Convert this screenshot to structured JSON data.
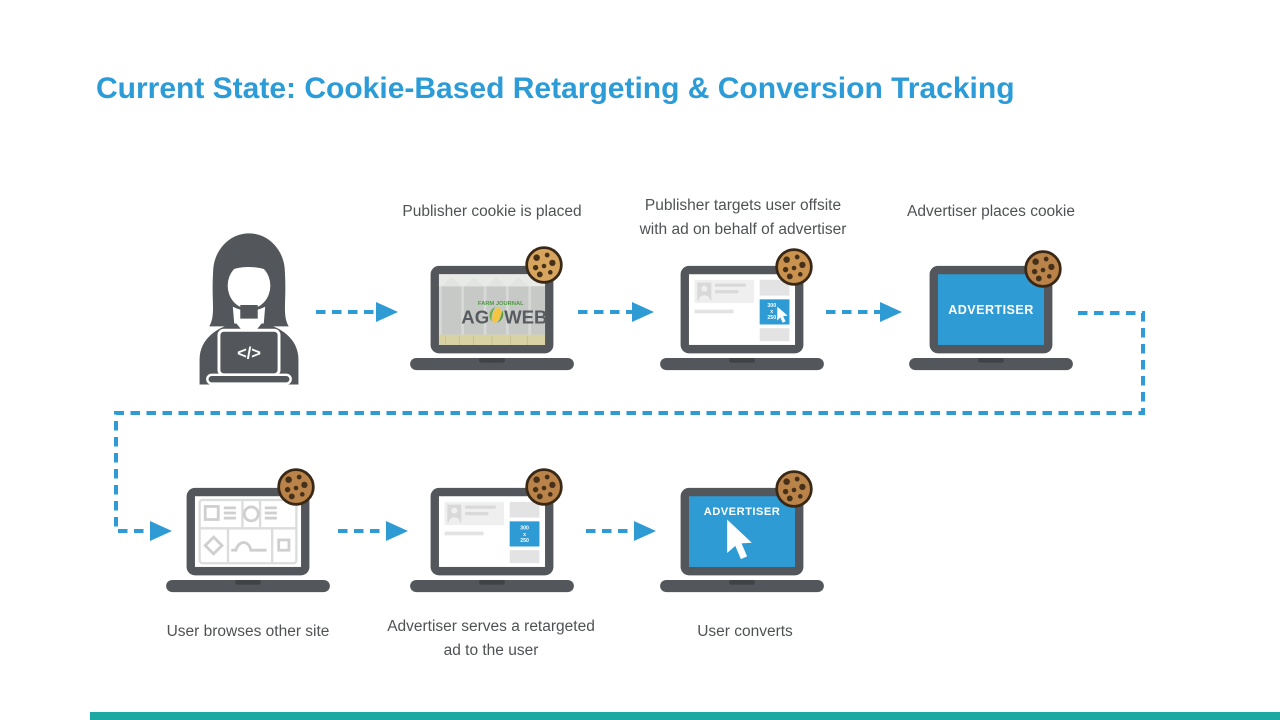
{
  "title": {
    "text": "Current State: Cookie-Based Retargeting & Conversion Tracking"
  },
  "top_steps": [
    {
      "lines": [
        "Publisher cookie is placed"
      ]
    },
    {
      "lines": [
        "Publisher targets user offsite",
        "with ad on behalf of advertiser"
      ]
    },
    {
      "lines": [
        "Advertiser places cookie"
      ]
    }
  ],
  "bottom_steps": [
    {
      "lines": [
        "User browses other site"
      ]
    },
    {
      "lines": [
        "Advertiser serves a retargeted",
        "ad to the user"
      ]
    },
    {
      "lines": [
        "User converts"
      ]
    }
  ],
  "screens": {
    "publisher": {
      "masthead": "FARM JOURNAL",
      "brand_left": "AG",
      "brand_right": "WEB"
    },
    "ad_unit": {
      "w": "300",
      "x": "x",
      "h": "250"
    },
    "advertiser_label": "ADVERTISER",
    "code_glyph": "</>"
  },
  "icons": [
    "user-developer-icon",
    "laptop-icon",
    "cookie-icon",
    "cursor-icon",
    "corn-icon"
  ],
  "colors": {
    "title_blue": "#2B9CD8",
    "flow_blue": "#2E9BD5",
    "device_gray": "#53565A",
    "wireframe_gray": "#D6D6D6",
    "label_gray": "#4F5254",
    "accent_teal": "#1CA9A4",
    "cookie_tan": "#C9934F",
    "cookie_chip": "#45301A",
    "corn_yellow": "#F5C53D",
    "corn_leaf": "#6FAE3E",
    "agweb_green": "#4E9A42"
  }
}
